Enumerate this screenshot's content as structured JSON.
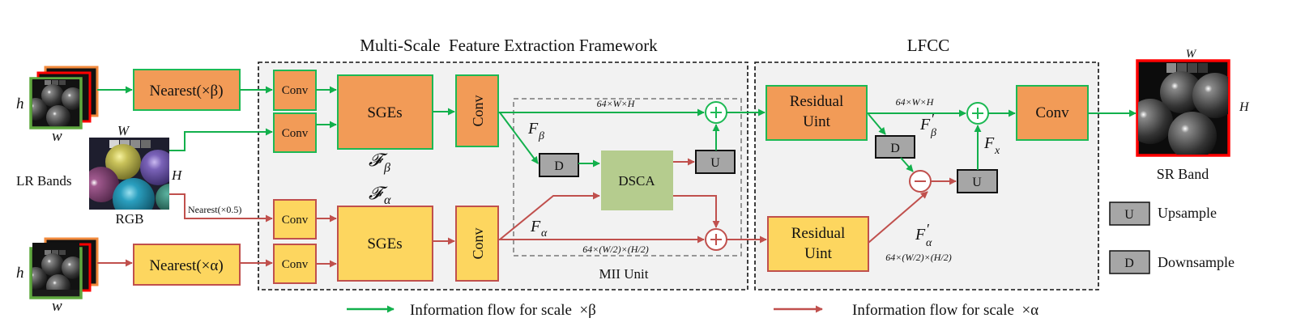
{
  "colors": {
    "green": "#1db954",
    "green_flow": "#12b04c",
    "red_flow": "#c0504d",
    "orange_fill": "#f29b57",
    "yellow_fill": "#fdd65f",
    "dsca_fill": "#b5cc8e",
    "gray_fill": "#a6a6a6",
    "panel_fill": "#f2f2f2",
    "bright_red": "#ff0000",
    "orange_frame": "#f28a3c"
  },
  "titles": {
    "framework": "Multi-Scale  Feature Extraction Framework",
    "lfcc": "LFCC",
    "mii": "MII Unit"
  },
  "inputs": {
    "top_stack": {
      "h": "h",
      "w": "w"
    },
    "bottom_stack": {
      "h": "h",
      "w": "w"
    },
    "lr_bands": "LR Bands",
    "rgb": {
      "label": "RGB",
      "W": "W",
      "H": "H"
    },
    "nearest_half": "Nearest(×0.5)"
  },
  "blocks": {
    "nearest_beta": "Nearest(×β)",
    "nearest_alpha": "Nearest(×α)",
    "conv": "Conv",
    "sges": "SGEs",
    "dsca": "DSCA",
    "residual_line1": "Residual",
    "residual_line2": "Uint",
    "d": "D",
    "u": "U"
  },
  "symbols": {
    "cal_f_beta": "𝓕",
    "beta": "β",
    "alpha": "α",
    "F": "F",
    "x": "x",
    "prime": "′"
  },
  "dims": {
    "full": "64×W×H",
    "half": "64×(W/2)×(H/2)"
  },
  "output": {
    "label": "SR Band",
    "W": "W",
    "H": "H"
  },
  "legend": {
    "upsample": {
      "key": "U",
      "label": "Upsample"
    },
    "downsample": {
      "key": "D",
      "label": "Downsample"
    },
    "flow_beta": "Information flow for scale  ×β",
    "flow_alpha": "Information flow for scale  ×α"
  }
}
